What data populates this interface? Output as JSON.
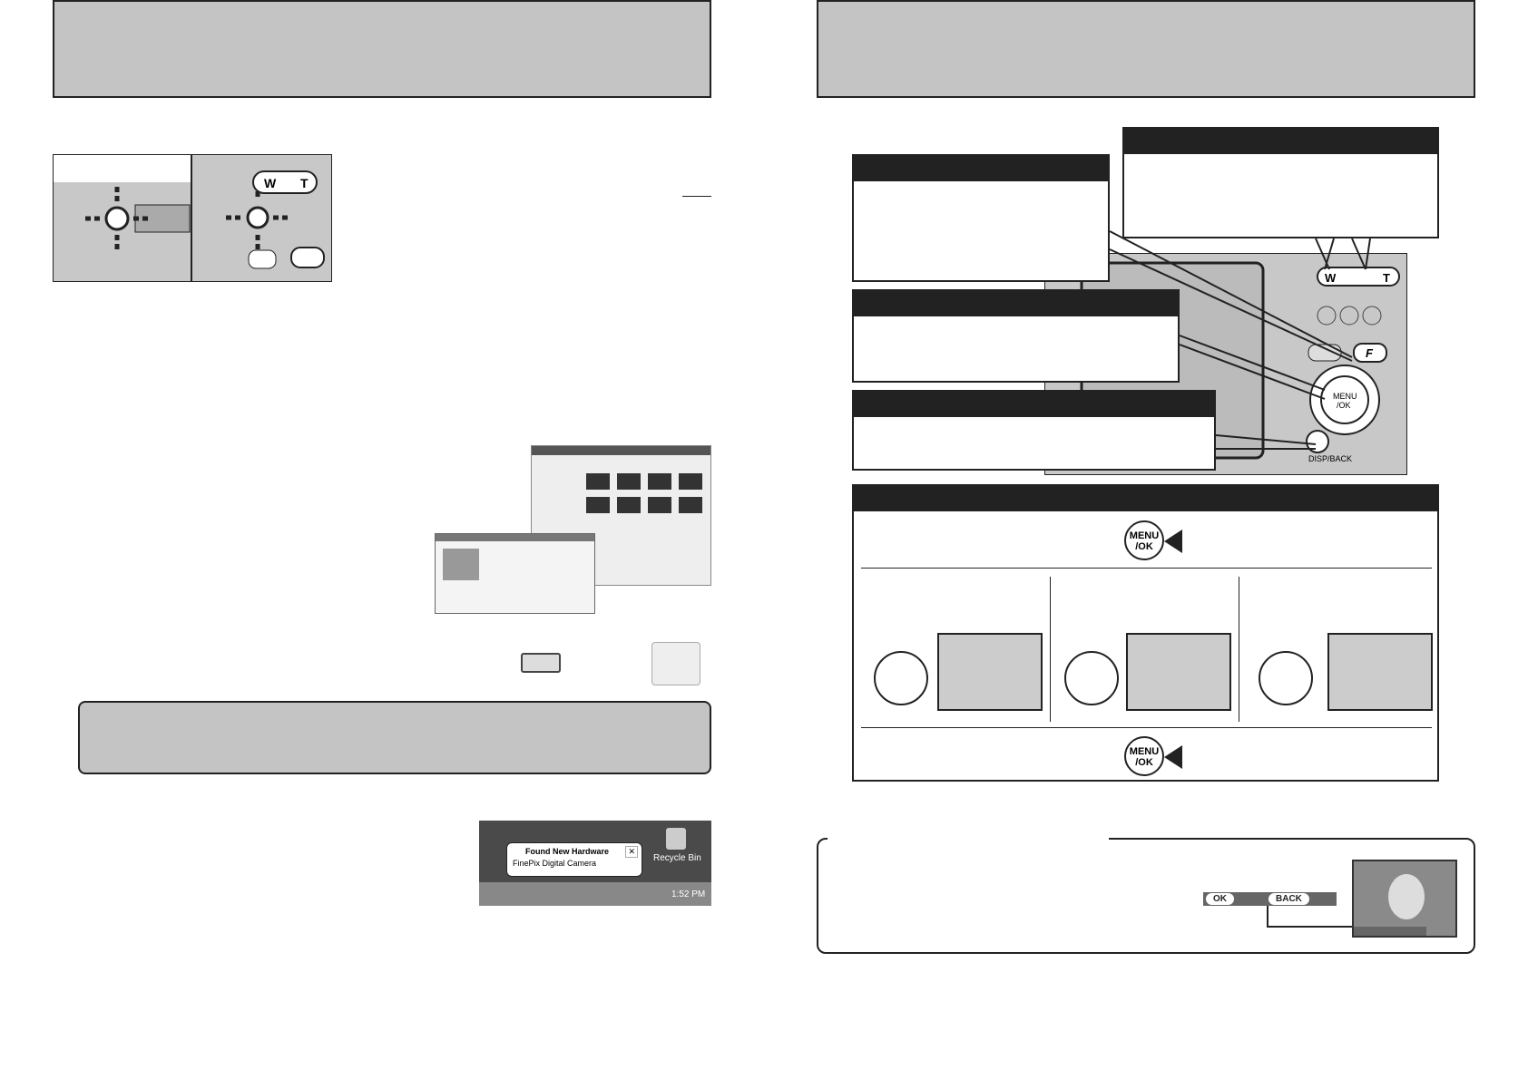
{
  "taskbar": {
    "balloon_title": "Found New Hardware",
    "balloon_text": "FinePix Digital Camera",
    "recycle_bin": "Recycle Bin",
    "clock": "1:52 PM"
  },
  "camera": {
    "zoom_w": "W",
    "zoom_t": "T",
    "f_button": "F",
    "menu_ok": "MENU\n/OK",
    "disp_back": "DISP/BACK"
  },
  "menu_panel": {
    "menu_label_top": "MENU/OK",
    "menu_label_bottom": "MENU/OK"
  },
  "playback_note": {
    "ok_label": "OK",
    "back_label": "BACK"
  }
}
